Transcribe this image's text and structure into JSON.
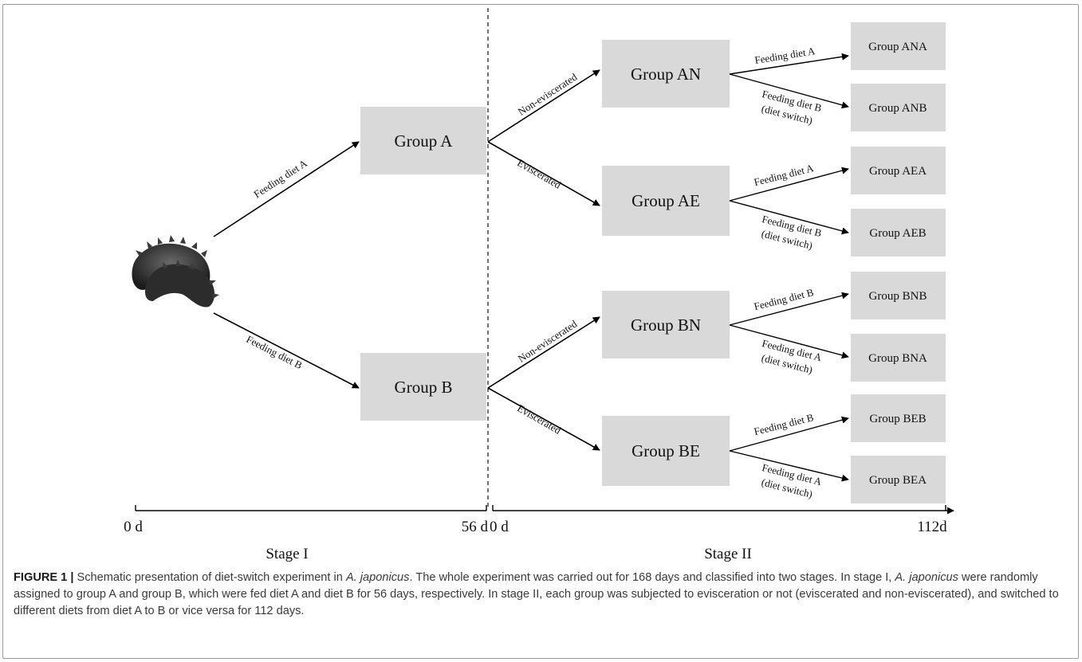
{
  "diagram": {
    "stage1": {
      "groups": [
        "Group A",
        "Group B"
      ],
      "feed_labels": [
        "Feeding diet A",
        "Feeding diet B"
      ]
    },
    "stage2": {
      "groups": [
        "Group AN",
        "Group AE",
        "Group BN",
        "Group BE"
      ],
      "branch_labels": {
        "non_eviscerated": "Non-eviscerated",
        "eviscerated": "Eviscerated"
      },
      "leaves": [
        "Group ANA",
        "Group ANB",
        "Group AEA",
        "Group AEB",
        "Group BNB",
        "Group BNA",
        "Group BEB",
        "Group BEA"
      ],
      "feed": {
        "feeding_a": "Feeding diet A",
        "feeding_b": "Feeding diet B",
        "diet_switch": "(diet switch)"
      }
    },
    "timeline": {
      "t0": "0 d",
      "t56": "56 d",
      "t0b": "0 d",
      "t112": "112d",
      "stage1": "Stage I",
      "stage2": "Stage II"
    },
    "colors": {
      "box_fill": "#d9d9d9",
      "line": "#000000"
    },
    "icons": [
      "sea-cucumber-icon"
    ]
  },
  "caption": {
    "fig_id": "FIGURE 1 |",
    "part1": " Schematic presentation of diet-switch experiment in ",
    "species1": "A. japonicus",
    "part2": ". The whole experiment was carried out for 168 days and classified into two stages. In stage I, ",
    "species2": "A. japonicus",
    "part3": " were randomly assigned to group A and group B, which were fed diet A and diet B for 56 days, respectively. In stage II, each group was subjected to evisceration or not (eviscerated and non-eviscerated), and switched to different diets from diet A to B or vice versa for 112 days."
  }
}
